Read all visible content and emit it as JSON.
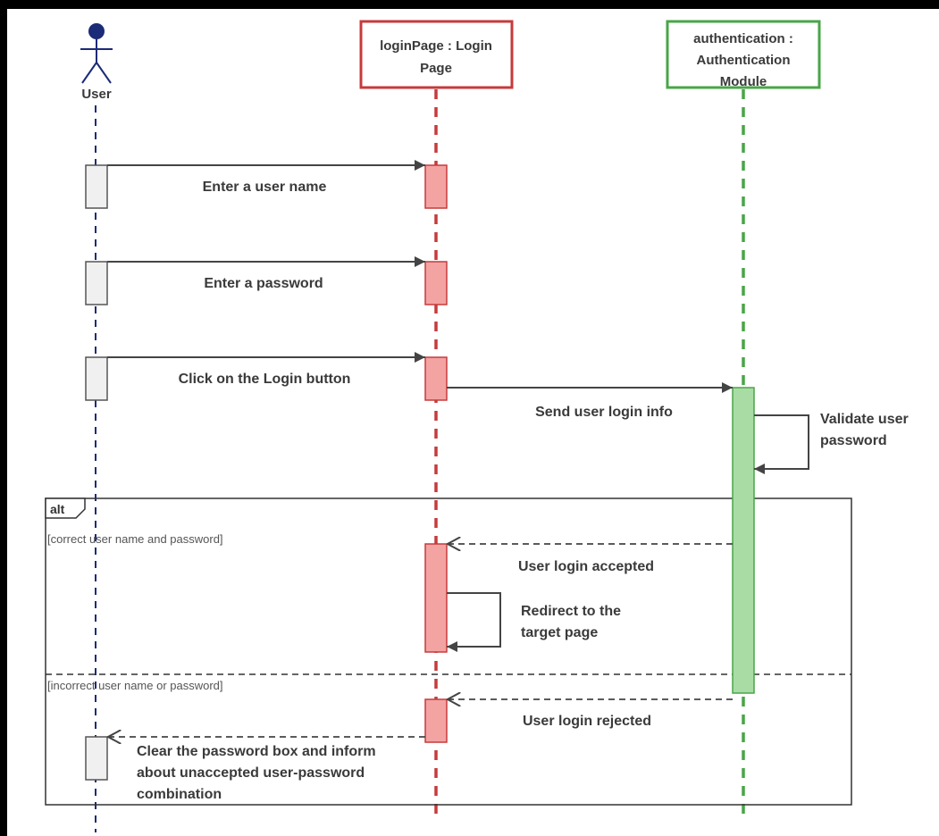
{
  "actor": {
    "name": "User"
  },
  "participants": [
    {
      "line1": "loginPage : Login",
      "line2": "Page",
      "line3": ""
    },
    {
      "line1": "authentication :",
      "line2": "Authentication",
      "line3": "Module"
    }
  ],
  "messages": [
    {
      "lines": [
        "Enter a user name"
      ]
    },
    {
      "lines": [
        "Enter a password"
      ]
    },
    {
      "lines": [
        "Click on the Login button"
      ]
    },
    {
      "lines": [
        "Send user login info"
      ]
    },
    {
      "lines": [
        "Validate user",
        "password"
      ]
    },
    {
      "lines": [
        "User login accepted"
      ]
    },
    {
      "lines": [
        "Redirect to the",
        "target page"
      ]
    },
    {
      "lines": [
        "User login rejected"
      ]
    },
    {
      "lines": [
        "Clear the password box and inform",
        "about unaccepted user-password",
        "combination"
      ]
    }
  ],
  "fragment": {
    "operator": "alt",
    "guards": [
      "[correct user name and password]",
      "[incorrect user name or password]"
    ]
  },
  "colors": {
    "login_border": "#c63b3b",
    "login_activation": "#f4a3a3",
    "auth_border": "#4aa548",
    "auth_activation": "#a9dca5",
    "actor_head": "#1b2b77",
    "user_activation": "#f0f0f0"
  }
}
